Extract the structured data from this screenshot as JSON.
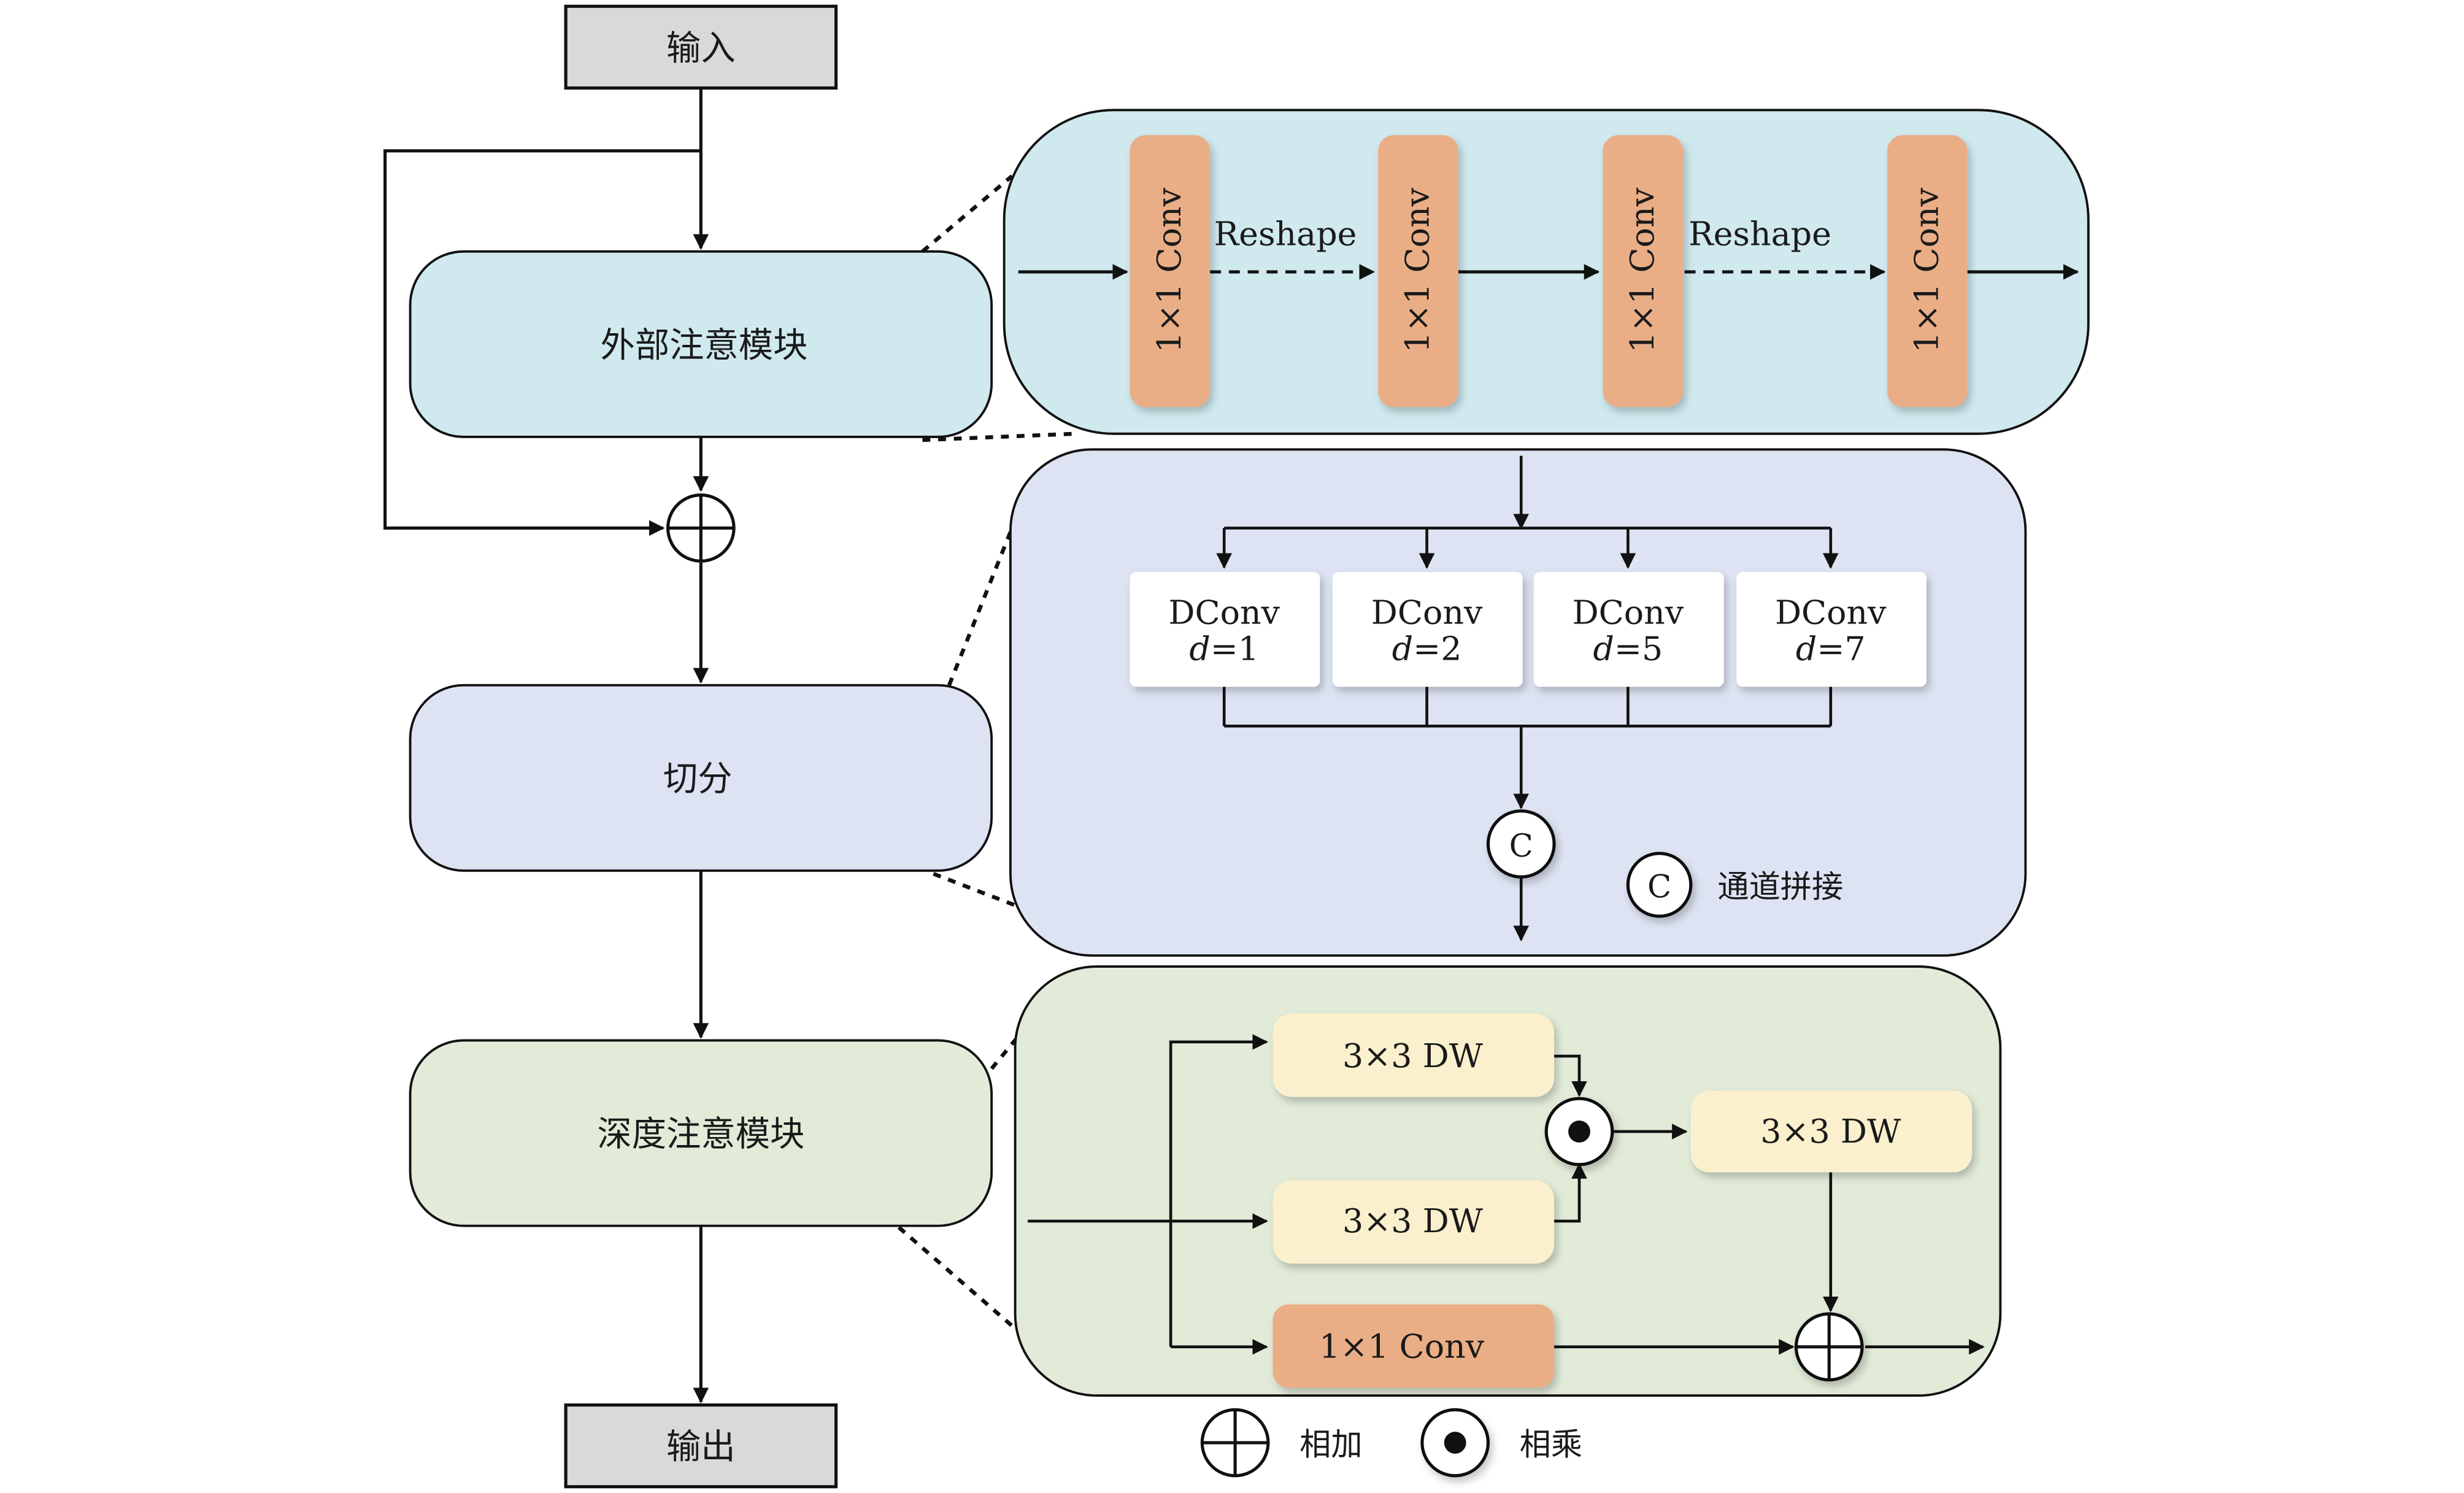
{
  "io": {
    "input_label": "输入",
    "output_label": "输出"
  },
  "modules": {
    "external": "外部注意模块",
    "split": "切分",
    "depth": "深度注意模块"
  },
  "external_detail": {
    "conv1": "1×1 Conv",
    "conv2": "1×1 Conv",
    "conv3": "1×1 Conv",
    "conv4": "1×1 Conv",
    "reshape1": "Reshape",
    "reshape2": "Reshape"
  },
  "split_detail": {
    "dconv": [
      {
        "name": "DConv",
        "d_var": "d",
        "d_val": "=1"
      },
      {
        "name": "DConv",
        "d_var": "d",
        "d_val": "=2"
      },
      {
        "name": "DConv",
        "d_var": "d",
        "d_val": "=5"
      },
      {
        "name": "DConv",
        "d_var": "d",
        "d_val": "=7"
      }
    ],
    "concat_symbol": "C",
    "concat_legend_label": "通道拼接"
  },
  "depth_detail": {
    "dw_top": "3×3 DW",
    "dw_bottom": "3×3 DW",
    "dw_right": "3×3 DW",
    "conv_1x1": "1×1 Conv"
  },
  "legend": {
    "add_label": "相加",
    "multiply_label": "相乘"
  },
  "colors": {
    "io_fill": "#d9d9d9",
    "external_fill": "#cfe9ee",
    "split_fill": "#dde3f2",
    "depth_fill": "#e1ebd8",
    "conv_fill": "#eaae86",
    "dw_fill": "#fbf0cd",
    "dconv_fill": "#ffffff"
  }
}
